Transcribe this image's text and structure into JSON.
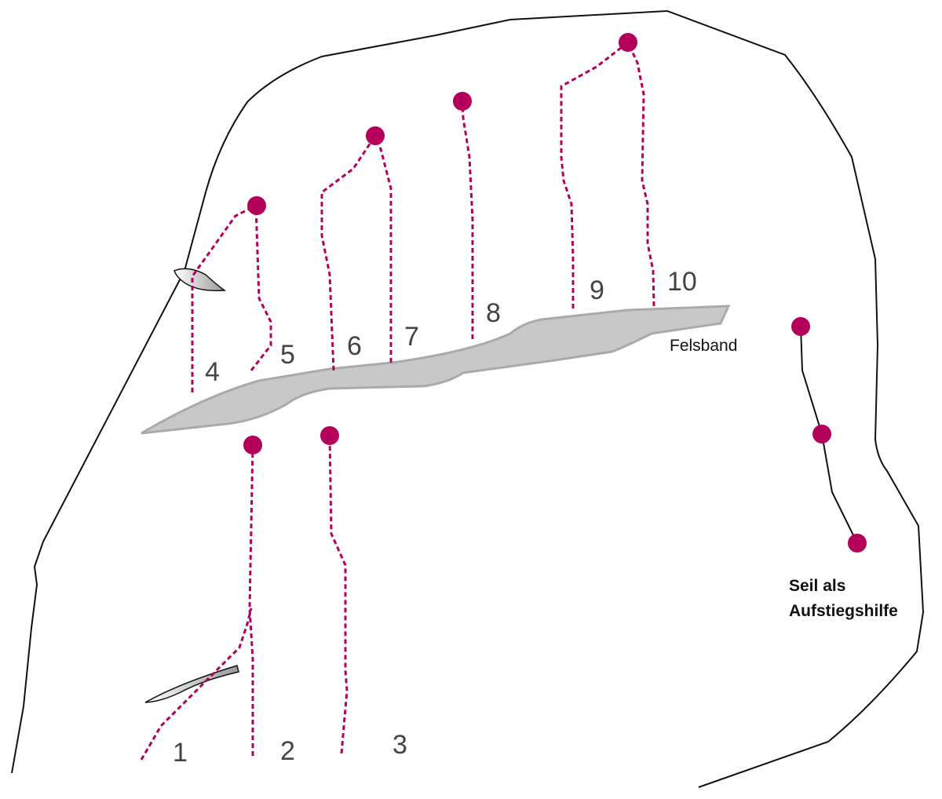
{
  "routes": [
    {
      "number": "1"
    },
    {
      "number": "2"
    },
    {
      "number": "3"
    },
    {
      "number": "4"
    },
    {
      "number": "5"
    },
    {
      "number": "6"
    },
    {
      "number": "7"
    },
    {
      "number": "8"
    },
    {
      "number": "9"
    },
    {
      "number": "10"
    }
  ],
  "labels": {
    "ledge": "Felsband",
    "rope_line1": "Seil als",
    "rope_line2": "Aufstiegshilfe"
  },
  "colors": {
    "route": "#b5005b",
    "ledge": "#c8c8c8",
    "outline": "#111111"
  }
}
